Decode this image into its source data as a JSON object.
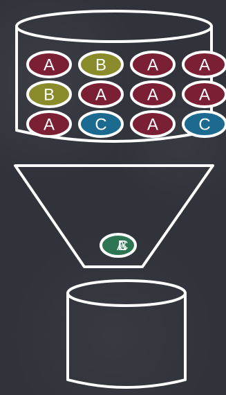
{
  "diagram": {
    "colors": {
      "background": "#30333a",
      "stroke": "#ffffff",
      "A": "#7b1f35",
      "B": "#8a8b2a",
      "C": "#1c6a8f",
      "mixed": "#2e7653"
    },
    "source_container": {
      "rows": [
        [
          "A",
          "B",
          "A",
          "A"
        ],
        [
          "B",
          "A",
          "A",
          "A"
        ],
        [
          "A",
          "C",
          "A",
          "C"
        ]
      ]
    },
    "funnel": {
      "output_labels": [
        "A",
        "B",
        "C"
      ]
    },
    "target_container": {
      "contents": []
    }
  }
}
